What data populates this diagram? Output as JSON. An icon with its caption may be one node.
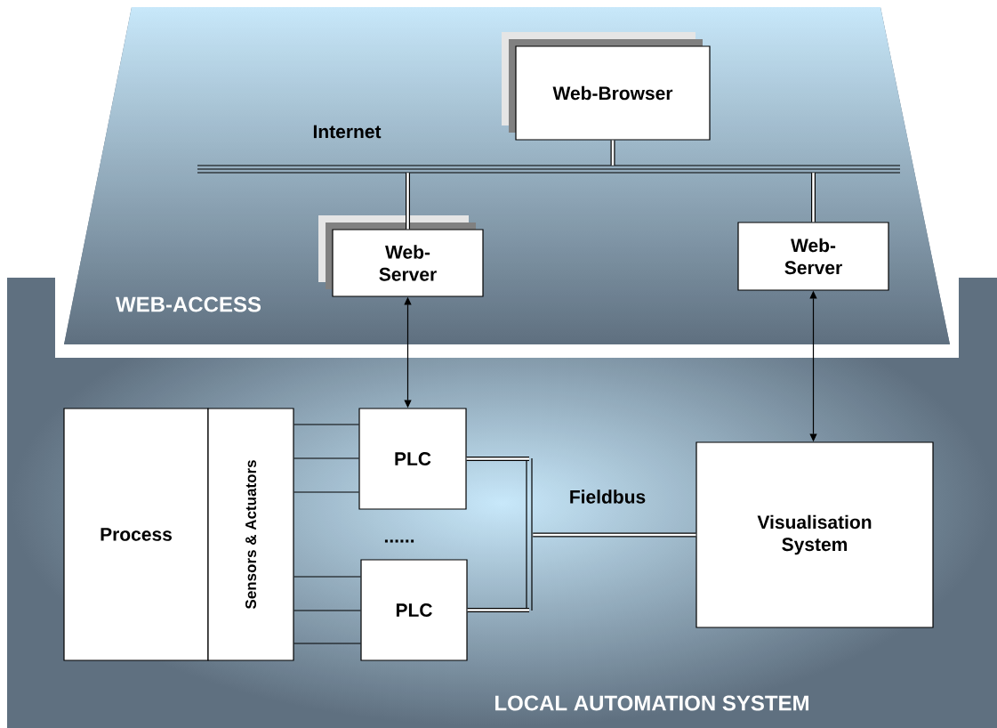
{
  "diagram": {
    "nodes": [
      {
        "text": [
          "WEB-ACCESS"
        ]
      },
      {
        "text": [
          "LOCAL AUTOMATION SYSTEM"
        ]
      },
      {
        "text": [
          "Internet"
        ],
        "in": 0
      },
      {
        "text": [
          "Web-Browser"
        ],
        "in": 0
      },
      {
        "text": [
          "Web- Server"
        ],
        "in": 0
      },
      {
        "text": [
          "Web- Server"
        ],
        "in": 0
      },
      {
        "text": [
          "Process"
        ],
        "in": 1
      },
      {
        "text": [
          "Sensors & Actuators"
        ],
        "in": 1
      },
      {
        "text": [
          "PLC"
        ],
        "in": 1
      },
      {
        "text": [
          "PLC"
        ],
        "in": 1
      },
      {
        "text": [
          "Fieldbus"
        ],
        "in": 1
      },
      {
        "text": [
          "Visualisation System"
        ],
        "in": 1
      }
    ],
    "edges": [
      {
        "from": 3,
        "to": 2,
        "arrow": "none",
        "style": "thick"
      },
      {
        "from": 4,
        "to": 2,
        "arrow": "none",
        "style": "thick"
      },
      {
        "from": 5,
        "to": 2,
        "arrow": "none",
        "style": "thick"
      },
      {
        "from": 4,
        "to": 8,
        "arrow": "both"
      },
      {
        "from": 5,
        "to": 11,
        "arrow": "both"
      },
      {
        "from": 7,
        "to": 8,
        "arrow": "none"
      },
      {
        "from": 7,
        "to": 8,
        "arrow": "none"
      },
      {
        "from": 7,
        "to": 8,
        "arrow": "none"
      },
      {
        "from": 7,
        "to": 9,
        "arrow": "none"
      },
      {
        "from": 7,
        "to": 9,
        "arrow": "none"
      },
      {
        "from": 7,
        "to": 9,
        "arrow": "none"
      },
      {
        "from": 8,
        "to": 10,
        "arrow": "none",
        "style": "thick"
      },
      {
        "from": 9,
        "to": 10,
        "arrow": "none",
        "style": "thick"
      },
      {
        "from": 10,
        "to": 11,
        "arrow": "none",
        "style": "thick"
      }
    ],
    "labels": [
      "......"
    ]
  }
}
